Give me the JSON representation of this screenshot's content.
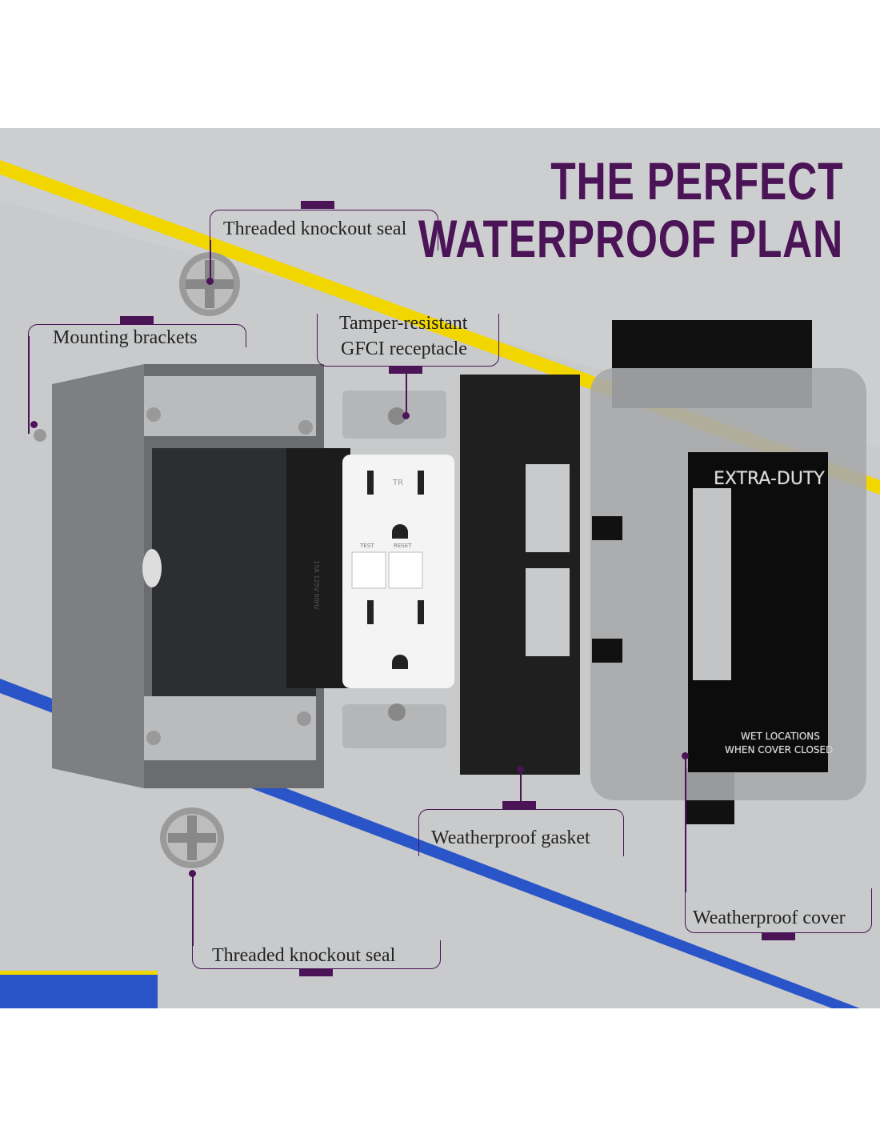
{
  "headline": {
    "line1": "THE PERFECT",
    "line2": "WATERPROOF PLAN"
  },
  "callouts": {
    "knockout_top": "Threaded knockout seal",
    "mounting": "Mounting brackets",
    "gfci_line1": "Tamper-resistant",
    "gfci_line2": "GFCI receptacle",
    "gasket": "Weatherproof gasket",
    "cover": "Weatherproof cover",
    "knockout_bottom": "Threaded knockout seal"
  },
  "product_markings": {
    "cover_brand": "EXTRA-DUTY",
    "cover_notice_1": "WET LOCATIONS",
    "cover_notice_2": "WHEN COVER CLOSED",
    "receptacle_rating": "15A 125V 60Hz",
    "test": "TEST",
    "reset": "RESET",
    "tr": "TR"
  },
  "colors": {
    "accent": "#4a1457",
    "yellow": "#f2d600",
    "blue": "#2a55c8",
    "background": "#c9cacb"
  }
}
